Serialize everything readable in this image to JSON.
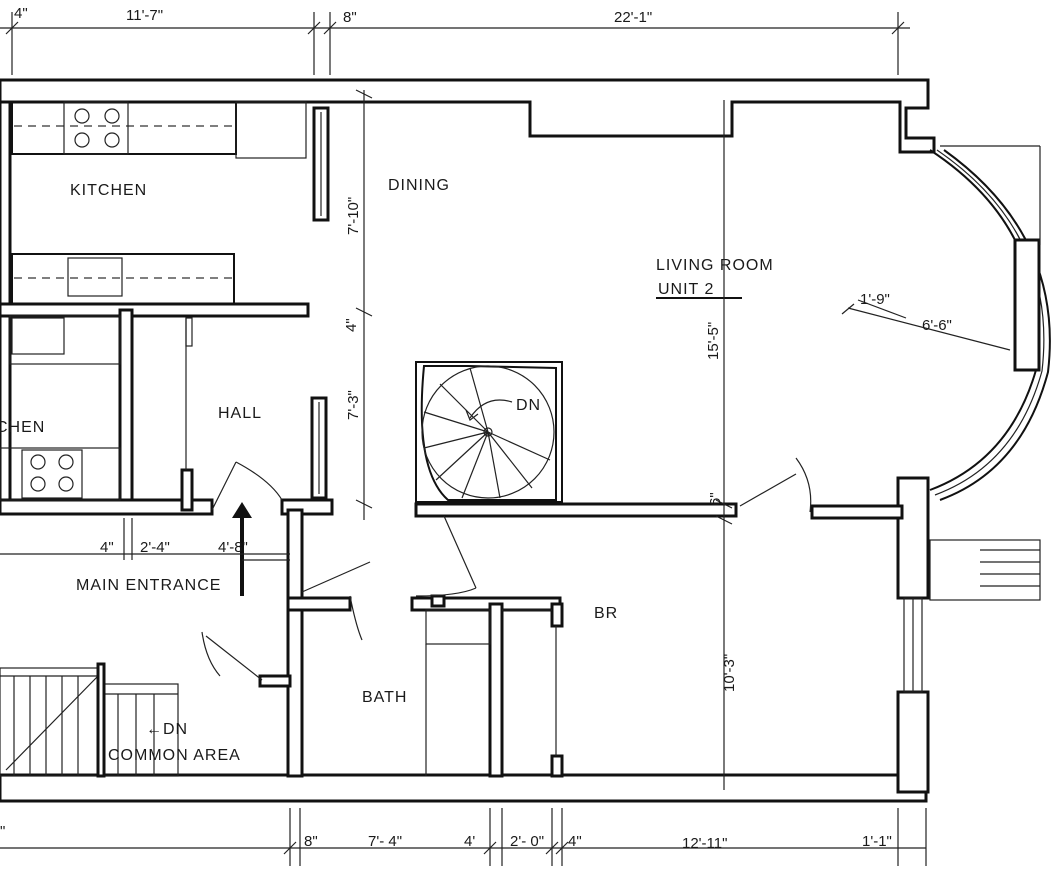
{
  "rooms": {
    "kitchen": "KITCHEN",
    "kitchen_partial": "CHEN",
    "dining": "DINING",
    "living_room": "LIVING ROOM",
    "unit": "UNIT 2",
    "hall": "HALL",
    "main_entrance": "MAIN ENTRANCE",
    "bath": "BATH",
    "br": "BR",
    "common_area": "COMMON AREA"
  },
  "stair_labels": {
    "spiral_dn": "DN",
    "common_dn": "←DN"
  },
  "top_dimensions": {
    "left_4": "4\"",
    "width_11_7": "11'-7\"",
    "wall_8": "8\"",
    "width_22_1": "22'-1\""
  },
  "vertical_dimensions": {
    "dining_7_10": "7'-10\"",
    "gap_4": "4\"",
    "hall_7_3": "7'-3\"",
    "living_15_5": "15'-5\"",
    "wall_6": "6\"",
    "br_10_3": "10'-3\""
  },
  "entrance_dimensions": {
    "d_4": "4\"",
    "d_2_4": "2'-4\"",
    "d_4_8": "4'-8\""
  },
  "bay_dimensions": {
    "d_1_9": "1'-9\"",
    "d_6_6": "6'-6\""
  },
  "bottom_dimensions": {
    "left_partial": "\"",
    "d_8": "8\"",
    "d_7_4": "7'- 4\"",
    "d_4a": "4'",
    "d_2_0": "2'- 0\"",
    "d_4b": "4\"",
    "d_12_11": "12'-11\"",
    "d_1_1": "1'-1\""
  }
}
